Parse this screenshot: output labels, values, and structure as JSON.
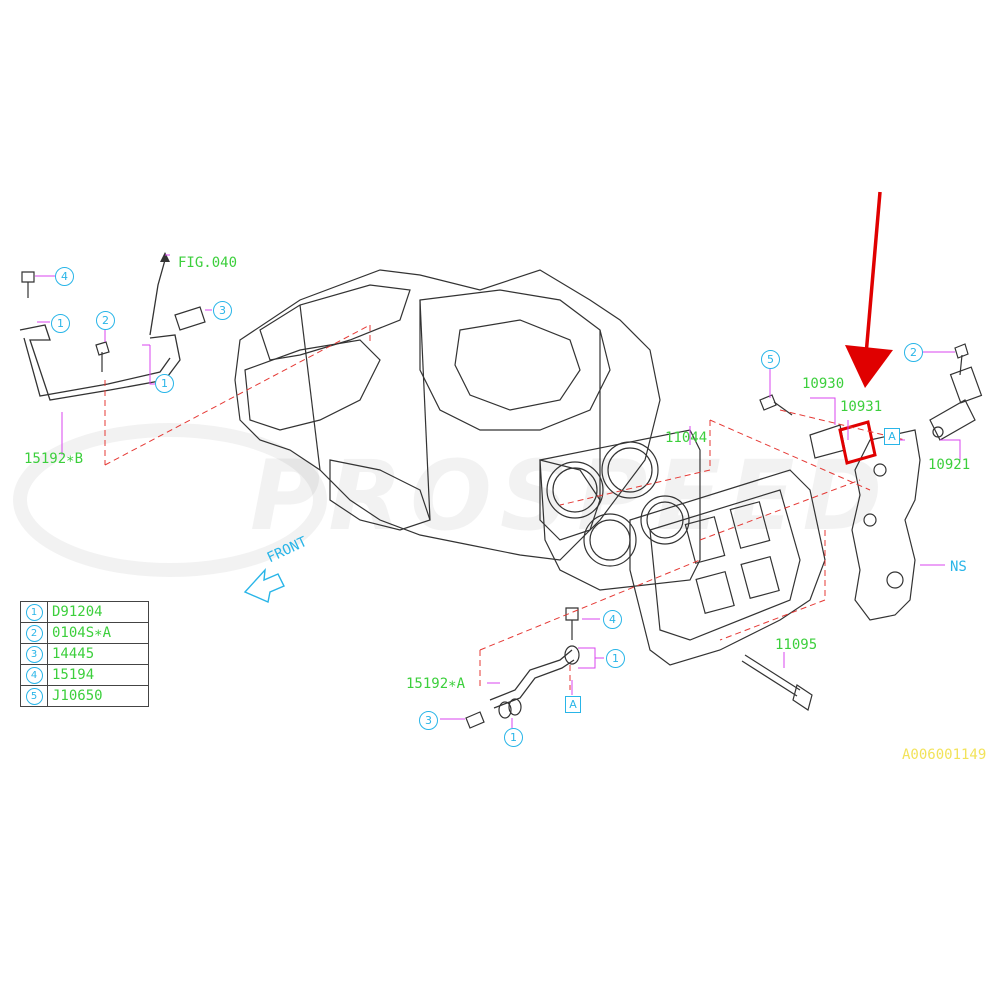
{
  "labels": {
    "fig_ref": "FIG.040",
    "front": "FRONT",
    "p15192B": "15192∗B",
    "p15192A": "15192∗A",
    "p11044": "11044",
    "p10930": "10930",
    "p10931": "10931",
    "p10921": "10921",
    "p11095": "11095",
    "ns": "NS",
    "ref_code": "A006001149",
    "watermark": "PROSPEED"
  },
  "callouts": [
    "1",
    "2",
    "3",
    "4",
    "5"
  ],
  "box_a": "A",
  "legend": [
    {
      "num": "1",
      "code": "D91204"
    },
    {
      "num": "2",
      "code": "0104S∗A"
    },
    {
      "num": "3",
      "code": "14445"
    },
    {
      "num": "4",
      "code": "15194"
    },
    {
      "num": "5",
      "code": "J10650"
    }
  ],
  "colors": {
    "part_label": "#3ccf3c",
    "callout": "#29b5e8",
    "leader": "#d946ef",
    "dashed": "#e53935",
    "highlight_arrow": "#e00000",
    "ref_code": "#f2e35a",
    "line_art": "#333333"
  }
}
